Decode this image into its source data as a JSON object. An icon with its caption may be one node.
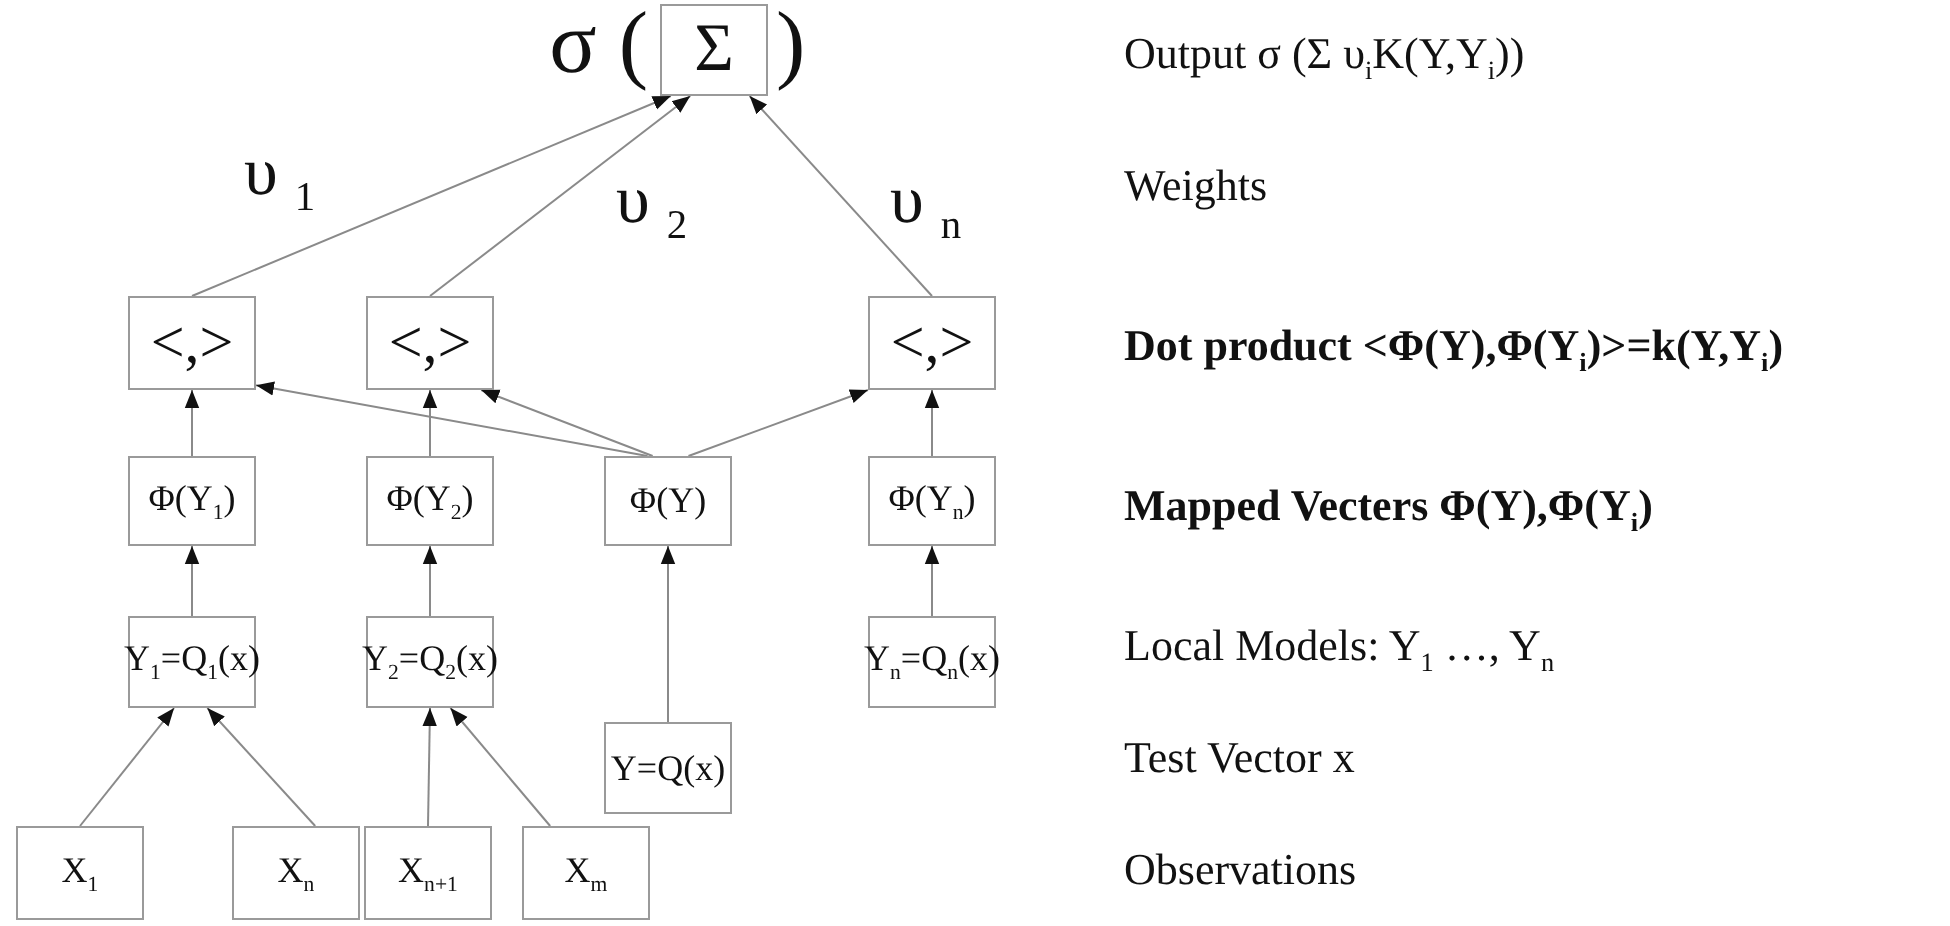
{
  "diagram": {
    "nodes": [
      {
        "text": [
          "Σ"
        ],
        "beside": [
          "σ (",
          ")"
        ]
      },
      {
        "text": [
          "<,>"
        ]
      },
      {
        "text": [
          "<,>"
        ]
      },
      {
        "text": [
          "<,>"
        ]
      },
      {
        "text": [
          "Φ(Y$_{1}$)"
        ]
      },
      {
        "text": [
          "Φ(Y$_{2}$)"
        ]
      },
      {
        "text": [
          "Φ(Y)"
        ]
      },
      {
        "text": [
          "Φ(Y$_{n}$)"
        ]
      },
      {
        "text": [
          "Y$_{1}$=Q$_{1}$(x)"
        ]
      },
      {
        "text": [
          "Y$_{2}$=Q$_{2}$(x)"
        ]
      },
      {
        "text": [
          "Y=Q(x)"
        ]
      },
      {
        "text": [
          "Y$_{n}$=Q$_{n}$(x)"
        ]
      },
      {
        "text": [
          "X$_{1}$"
        ]
      },
      {
        "text": [
          "X$_{n}$"
        ]
      },
      {
        "text": [
          "X$_{n+1}$"
        ]
      },
      {
        "text": [
          "X$_{m}$"
        ]
      }
    ],
    "edges": [
      {
        "from": 1,
        "to": 0,
        "arrow": "to",
        "label": "υ $_{1}$"
      },
      {
        "from": 2,
        "to": 0,
        "arrow": "to",
        "label": "υ $_{2}$"
      },
      {
        "from": 3,
        "to": 0,
        "arrow": "to",
        "label": "υ $_{n}$"
      },
      {
        "from": 4,
        "to": 1,
        "arrow": "to"
      },
      {
        "from": 5,
        "to": 2,
        "arrow": "to"
      },
      {
        "from": 7,
        "to": 3,
        "arrow": "to"
      },
      {
        "from": 6,
        "to": 1,
        "arrow": "to"
      },
      {
        "from": 6,
        "to": 2,
        "arrow": "to"
      },
      {
        "from": 6,
        "to": 3,
        "arrow": "to"
      },
      {
        "from": 8,
        "to": 4,
        "arrow": "to"
      },
      {
        "from": 9,
        "to": 5,
        "arrow": "to"
      },
      {
        "from": 10,
        "to": 6,
        "arrow": "to"
      },
      {
        "from": 11,
        "to": 7,
        "arrow": "to"
      },
      {
        "from": 12,
        "to": 8,
        "arrow": "to"
      },
      {
        "from": 13,
        "to": 8,
        "arrow": "to"
      },
      {
        "from": 14,
        "to": 9,
        "arrow": "to"
      },
      {
        "from": 15,
        "to": 9,
        "arrow": "to"
      }
    ],
    "labels": [
      "Output σ (Σ υ$_{i}$K(Y,Y$_{i}$))",
      "Weights",
      "Dot product <Φ(Y),Φ(Y$_{i}$)>=k(Y,Y$_{i}$)",
      "Mapped Vecters Φ(Y),Φ(Y$_{i}$)",
      "Local Models: Y$_{1}$ …, Y$_{n}$",
      "Test Vector x",
      "Observations"
    ]
  }
}
